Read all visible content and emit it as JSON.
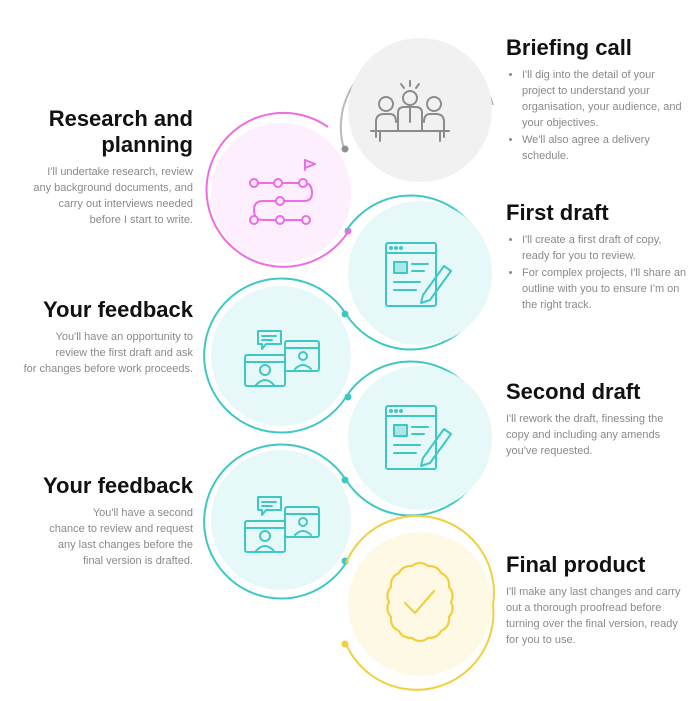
{
  "colors": {
    "grey": "#b9b9b9",
    "pink": "#ee6be7",
    "teal": "#3ec8c5",
    "yellow": "#f2cf3e",
    "grey_fill": "#f1f1f1",
    "pink_fill": "#fdeffd",
    "teal_fill": "#e6f8f8",
    "yellow_fill": "#fef9e5"
  },
  "steps": [
    {
      "title": "Briefing call",
      "bullets": [
        "I'll dig into the detail of your project to understand your organisation, your audience, and your objectives.",
        "We'll also agree a delivery schedule."
      ],
      "icon": "meeting-people-icon"
    },
    {
      "title_line1": "Research and",
      "title_line2": "planning",
      "text_lines": [
        "I'll undertake research, review",
        "any background documents, and",
        "carry out interviews needed",
        "before I start to write."
      ],
      "icon": "roadmap-flag-icon"
    },
    {
      "title": "First draft",
      "bullets": [
        "I'll create a first draft of copy, ready for you to review.",
        "For complex projects, I'll share an outline with you to ensure I'm on the right track."
      ],
      "icon": "document-edit-icon"
    },
    {
      "title": "Your feedback",
      "text_lines": [
        "You'll have an opportunity to",
        "review the first draft and ask",
        "for changes before work proceeds."
      ],
      "icon": "video-feedback-icon"
    },
    {
      "title": "Second draft",
      "text": "I'll rework the draft, finessing the copy and including any amends you've requested.",
      "icon": "document-edit-icon"
    },
    {
      "title": "Your feedback",
      "text_lines": [
        "You'll have a second",
        "chance to review and request",
        "any last changes before the",
        "final version is drafted."
      ],
      "icon": "video-feedback-icon"
    },
    {
      "title": "Final product",
      "text": "I'll make any last changes and carry out a thorough proofread before turning over the final version, ready for you to use.",
      "icon": "badge-check-icon"
    }
  ]
}
